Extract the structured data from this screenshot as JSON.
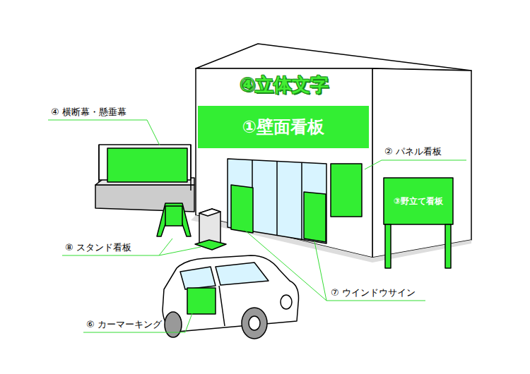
{
  "diagram": {
    "nodes": [
      {
        "text": [
          "①壁面看板"
        ]
      },
      {
        "text": [
          "③野立て看板"
        ]
      }
    ],
    "labels": [
      "④立体文字",
      "④ 横断幕・懸垂幕",
      "② パネル看板",
      "⑧ スタンド看板",
      "⑦ ウインドウサイン",
      "⑥ カーマーキング"
    ]
  }
}
